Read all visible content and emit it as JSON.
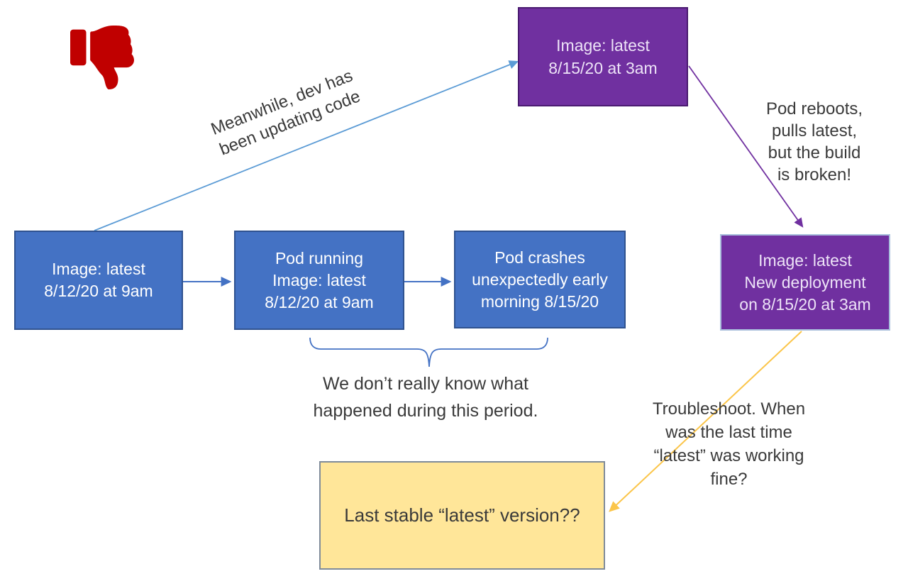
{
  "page": {
    "background": "#FFFFFF",
    "type": "flow-diagram"
  },
  "icon": {
    "name": "thumbs-down",
    "color": "#C00000"
  },
  "boxes": {
    "top_purple": {
      "fill": "#7030A0",
      "text_color": "#EDE3F7",
      "lines": [
        "Image: latest",
        "8/15/20 at 3am"
      ]
    },
    "blue_1": {
      "fill": "#4472C4",
      "text_color": "#FFFFFF",
      "lines": [
        "Image: latest",
        "8/12/20 at 9am"
      ]
    },
    "blue_2": {
      "fill": "#4472C4",
      "text_color": "#FFFFFF",
      "lines": [
        "Pod running",
        "Image: latest",
        "8/12/20 at 9am"
      ]
    },
    "blue_3": {
      "fill": "#4472C4",
      "text_color": "#FFFFFF",
      "lines": [
        "Pod crashes",
        "unexpectedly early",
        "morning 8/15/20"
      ]
    },
    "right_purple": {
      "fill": "#7030A0",
      "text_color": "#EDE3F7",
      "lines": [
        "Image: latest",
        "New deployment",
        "on 8/15/20 at 3am"
      ]
    },
    "yellow": {
      "fill": "#FFE699",
      "text_color": "#3A3A3A",
      "lines": [
        "Last stable “latest” version??"
      ]
    }
  },
  "annotations": {
    "meanwhile": {
      "lines": [
        "Meanwhile, dev has",
        "been updating code"
      ]
    },
    "pod_reboots": {
      "lines": [
        "Pod reboots,",
        "pulls latest,",
        "but the build",
        "is broken!"
      ]
    },
    "unknown_period": {
      "lines": [
        "We don’t really know what",
        "happened during this period."
      ]
    },
    "troubleshoot": {
      "lines": [
        "Troubleshoot. When",
        "was the last time",
        "“latest” was working",
        "fine?"
      ]
    }
  },
  "connectors": {
    "dev_update_arrow_color": "#5B9BD5",
    "pod_flow_arrow_color": "#4472C4",
    "reboot_arrow_color": "#7030A0",
    "troubleshoot_arrow_color": "#FBC549",
    "brace_color": "#4472C4"
  }
}
